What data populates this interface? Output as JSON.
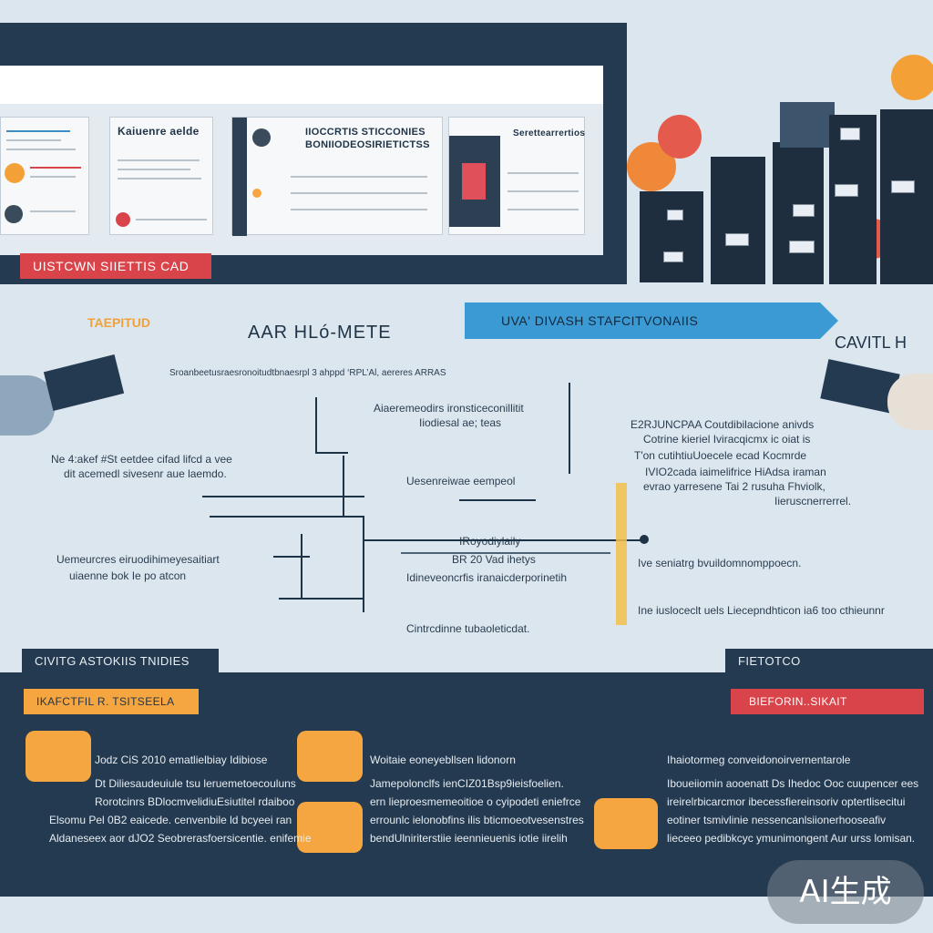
{
  "top": {
    "card_a_title": "Kaiuenre aelde",
    "card_b_title_1": "IIOCCRTIS STICCONIES",
    "card_b_title_2": "BONIIODEOSIRIETICTSS",
    "card_c_title": "Serettearrertios",
    "red_tag": "UISTCWN SIIETTIS CAD"
  },
  "middle": {
    "left_tag": "TAEPITUD",
    "center_title": "AAR HLó-METE",
    "blue_banner": "UVA' DIVASH STAFCITVONAIIS",
    "right_title": "CAVITL H",
    "top_caption": "Sroanbeetusraesronoitudtbnaesrpl 3 ahppd ‘RPL’Al, aereres ARRAS",
    "center_note_1": "Aiaeremeodirs ironsticeconillitit",
    "center_note_2": "Iiodiesal ae; teas",
    "left_note_1": "Ne 4:akef #St eetdee cifad lifcd a vee",
    "left_note_2": "dit acemedl sivesenr aue laemdo.",
    "mid_note": "Uesenreiwae eempeol",
    "right_note_1": "E2RJUNCPAA Coutdibilacione anivds",
    "right_note_2": "Cotrine kieriel Iviracqicmx ic oiat is",
    "right_note_3": "T'on cutihtiuUoecele ecad Kocmrde",
    "right_note_4": "IVIO2cada iaimelifrice HiAdsa iraman",
    "right_note_5": "evrao yarresene Tai 2 rusuha Fhviolk,",
    "right_note_6": "Iieruscnerrerrel.",
    "lower_left_1": "Uemeurcres eiruodihimeyesaitiart",
    "lower_left_2": "uiaenne bok Ie po atcon",
    "center_label_1": "IRoyodiylaily",
    "center_label_2": "BR 20 Vad ihetys",
    "center_label_3": "Idineveoncrfis iranaicderporinetih",
    "right_low_1": "Ive seniatrg bvuildomnomppoecn.",
    "right_low_2": "Ine iusloceclt uels Liecepndhticon ia6 too cthieunnr",
    "bottom_caption": "Cintrcdinne tubaoleticdat."
  },
  "bottom": {
    "tab_left": "CIVITG ASTOKIIS TNIDIES",
    "tab_right": "FIETOTCO",
    "orange_tag": "IKAFCTFIL R. TSITSEELA",
    "red_tag": "BIEFORIN..SIKAIT",
    "col1_line1": "Jodz CiS 2010 ematlielbiay Idibiose",
    "col1_line2": "Dt Diliesaudeuiule tsu leruemetoecouluns",
    "col1_line3": "Rorotcinrs BDlocmvelidiuEsiutitel rdaiboo",
    "col1_line4": "Elsomu Pel 0B2 eaicede. cenvenbile ld bcyeei ran",
    "col1_line5": "Aldaneseex aor dJO2 Seobrerasfoersicentie. enifemie",
    "col2_line1": "Woitaie eoneyebllsen lidonorn",
    "col2_line2": "Jamepolonclfs ienCIZ01Bsp9ieisfoelien.",
    "col2_line3": "ern lieproesmemeoitioe o cyipodeti eniefrce",
    "col2_line4": "errounlc ielonobfins ilis bticmoeotvesenstres",
    "col2_line5": "bendUlniriterstiie ieennieuenis iotie iirelih",
    "col3_line1": "Ihaiotormeg conveidonoirvernentarole",
    "col3_line2": "Iboueiiomin aooenatt Ds Ihedoc Ooc cuupencer ees",
    "col3_line3": "ireirelrbicarcmor ibecessfiereinsoriv optertlisecitui",
    "col3_line4": "eotiner tsmivlinie nessencanlsiionerhooseafiv",
    "col3_line5": "lieceeo pedibkcyc ymunimongent Aur urss lomisan."
  },
  "watermark": "AI生成"
}
